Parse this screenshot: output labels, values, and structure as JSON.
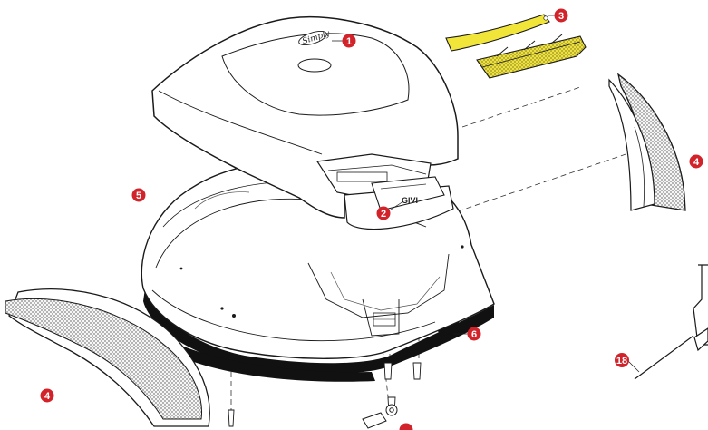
{
  "diagram": {
    "colors": {
      "callout": "#d2232a",
      "highlight": "#f2e53a",
      "line": "#1a1a1a",
      "mesh": "#9a9a9a"
    },
    "lid_logo_text": "Simply",
    "plate_logo_text": "GIVI",
    "callouts": [
      {
        "id": "c1",
        "label": "1"
      },
      {
        "id": "c2",
        "label": "2"
      },
      {
        "id": "c3",
        "label": "3"
      },
      {
        "id": "c4r",
        "label": "4"
      },
      {
        "id": "c4l",
        "label": "4"
      },
      {
        "id": "c5",
        "label": "5"
      },
      {
        "id": "c6",
        "label": "6"
      },
      {
        "id": "c18",
        "label": "18"
      }
    ]
  }
}
